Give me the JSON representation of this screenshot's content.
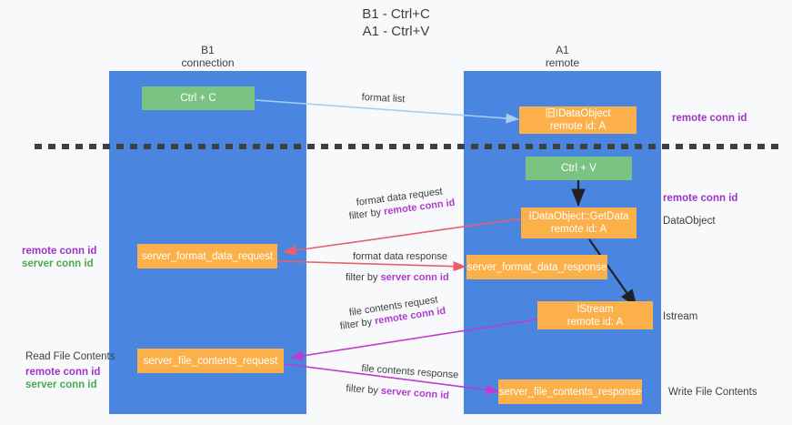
{
  "title": {
    "line1": "B1 - Ctrl+C",
    "line2": "A1 - Ctrl+V"
  },
  "columns": [
    {
      "name": "B1",
      "role": "connection"
    },
    {
      "name": "A1",
      "role": "remote"
    }
  ],
  "boxes": {
    "ctrl_c": "Ctrl + C",
    "ctrl_v": "Ctrl + V",
    "idataobject_l1": "旧IDataObject",
    "idataobject_l2": "remote id: A",
    "getdata_l1": "IDataObject::GetData",
    "getdata_l2": "remote id: A",
    "istream_l1": "IStream",
    "istream_l2": "remote id: A",
    "server_format_data_request": "server_format_data_request",
    "server_format_data_response": "server_format_data_response",
    "server_file_contents_request": "server_file_contents_request",
    "server_file_contents_response": "server_file_contents_response"
  },
  "annotations": {
    "right_remote_conn_id_1": "remote conn id",
    "right_remote_conn_id_2": "remote conn id",
    "right_dataobject": "DataObject",
    "right_istream": "Istream",
    "right_write_file_contents": "Write File Contents",
    "left_remote_conn_id_1": "remote conn id",
    "left_server_conn_id_1": "server conn id",
    "left_read_file_contents": "Read File Contents",
    "left_remote_conn_id_2": "remote conn id",
    "left_server_conn_id_2": "server conn id"
  },
  "edges": {
    "format_list": "format list",
    "format_data_request": "format data request",
    "format_data_request_filter_prefix": "filter by ",
    "format_data_request_filter_key": "remote conn id",
    "format_data_response": "format data response",
    "format_data_response_filter_prefix": "filter by ",
    "format_data_response_filter_key": "server conn id",
    "file_contents_request": "file contents request",
    "file_contents_request_filter_prefix": "filter by ",
    "file_contents_request_filter_key": "remote conn id",
    "file_contents_response": "file contents response",
    "file_contents_response_filter_prefix": "filter by ",
    "file_contents_response_filter_key": "server conn id"
  },
  "colors": {
    "lane": "#4a86e0",
    "box_green": "#7ac383",
    "box_orange": "#fbb04a",
    "arrow_blue": "#a8cef0",
    "arrow_red": "#e8606d",
    "arrow_magenta": "#c13ad0",
    "arrow_black": "#202124",
    "key_purple": "#a033c8",
    "key_green": "#4aa84f",
    "background": "#f8f9fa"
  }
}
